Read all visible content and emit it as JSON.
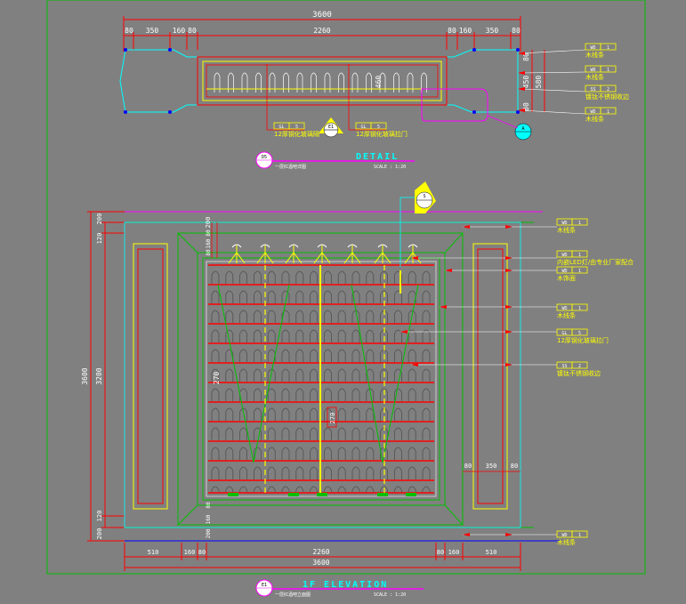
{
  "colors": {
    "background": "#808080",
    "frame": "#00c000",
    "dim": "#ff0000",
    "cyan": "#00ffff",
    "yellow": "#ffff00",
    "magenta": "#ff00ff",
    "white": "#ffffff",
    "blue": "#0000ff"
  },
  "plan": {
    "dims_top": {
      "overall": "3600",
      "segments": [
        "80",
        "350",
        "160",
        "80",
        "2260",
        "80",
        "160",
        "350",
        "80"
      ]
    },
    "dims_right": [
      "80",
      "450",
      "80"
    ],
    "dim_right_total": "580",
    "dims_left": "460",
    "callouts_right": [
      {
        "code": "WD",
        "num": "1",
        "text": "木线条"
      },
      {
        "code": "WD",
        "num": "1",
        "text": "木线条"
      },
      {
        "code": "SS",
        "num": "2",
        "text": "镀钛不锈钢收边"
      },
      {
        "code": "WD",
        "num": "1",
        "text": "木线条"
      }
    ],
    "callouts_bottom": [
      {
        "code": "GL",
        "num": "5",
        "text": "12厚钢化玻璃隔"
      },
      {
        "code": "GL",
        "num": "5",
        "text": "12厚钢化玻璃拉门"
      }
    ],
    "section_mark": {
      "id": "E1",
      "sheet": "—"
    },
    "section_mark_a": {
      "id": "A",
      "sheet": "—"
    },
    "title_badge": {
      "id": "D5",
      "sub": "—"
    },
    "title": "DETAIL",
    "subtitle": "一层红酒吧详图",
    "scale": "SCALE :   1:20"
  },
  "elevation": {
    "dims_left": {
      "overall": "3600",
      "inner": "3200",
      "segments": [
        "200",
        "120",
        "3200",
        "120",
        "200"
      ]
    },
    "dims_top_inner": [
      "200",
      "80",
      "160",
      "80"
    ],
    "dim_mid": "270",
    "dim_shelf": "270",
    "dims_right_bottom": [
      "80",
      "350",
      "80"
    ],
    "dims_bottom_left_vertical": [
      "80",
      "160",
      "200"
    ],
    "dims_bottom": {
      "overall": "3600",
      "inner": "2260",
      "segments": [
        "510",
        "160",
        "80",
        "80",
        "160",
        "510"
      ]
    },
    "callouts_right": [
      {
        "code": "WD",
        "num": "1",
        "text": "木线条"
      },
      {
        "code": "WD",
        "num": "1",
        "text": "内嵌LED灯/由专业厂家配合"
      },
      {
        "code": "WD",
        "num": "1",
        "text": "木饰面"
      },
      {
        "code": "WD",
        "num": "1",
        "text": "木线条"
      },
      {
        "code": "GL",
        "num": "5",
        "text": "12厚钢化玻璃拉门"
      },
      {
        "code": "SS",
        "num": "2",
        "text": "镀钛不锈钢收边"
      },
      {
        "code": "WD",
        "num": "1",
        "text": "木线条"
      }
    ],
    "section_mark": {
      "id": "S",
      "sheet": "—"
    },
    "title_badge": {
      "id": "E1",
      "sub": "—"
    },
    "title": "1F ELEVATION",
    "subtitle": "一层红酒吧立面图",
    "scale": "SCALE :   1:20"
  }
}
